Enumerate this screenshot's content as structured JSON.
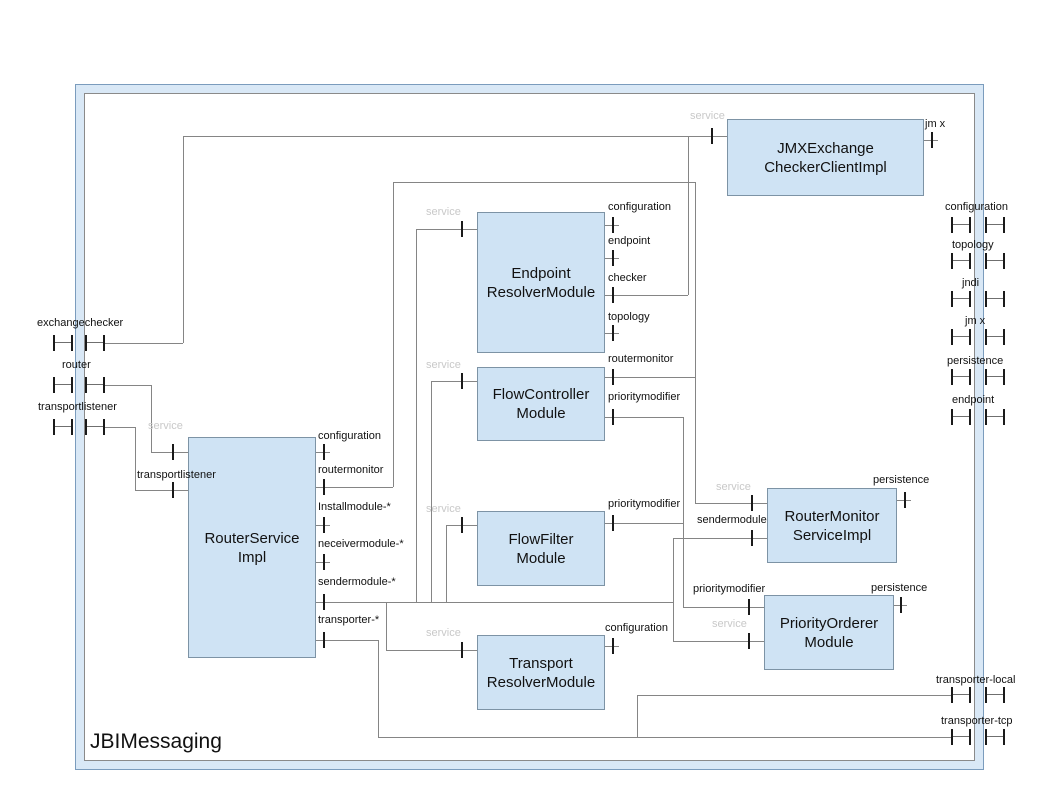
{
  "title": "JBIMessaging",
  "components": {
    "jmx_exchange_checker": {
      "line1": "JMXExchange",
      "line2": "CheckerClientImpl"
    },
    "endpoint_resolver": {
      "line1": "Endpoint",
      "line2": "ResolverModule"
    },
    "flow_controller": {
      "line1": "FlowController",
      "line2": "Module"
    },
    "router_service": {
      "line1": "RouterService",
      "line2": "Impl"
    },
    "flow_filter": {
      "line1": "FlowFilter",
      "line2": "Module"
    },
    "transport_resolver": {
      "line1": "Transport",
      "line2": "ResolverModule"
    },
    "router_monitor": {
      "line1": "RouterMonitor",
      "line2": "ServiceImpl"
    },
    "priority_orderer": {
      "line1": "PriorityOrderer",
      "line2": "Module"
    }
  },
  "port_labels": {
    "service": "service",
    "configuration": "configuration",
    "endpoint": "endpoint",
    "checker": "checker",
    "topology": "topology",
    "routermonitor": "routermonitor",
    "prioritymodifier": "prioritymodifier",
    "jndi": "jndi",
    "jmx": "jm x",
    "persistence": "persistence",
    "exchangechecker": "exchangechecker",
    "router": "router",
    "transportlistener": "transportlistener",
    "installmodule": "Installmodule-*",
    "neceivermodule": "neceivermodule-*",
    "sendermodule_star": "sendermodule-*",
    "sendermodule": "sendermodule",
    "transporter_star": "transporter-*",
    "transporter_local": "transporter-local",
    "transporter_tcp": "transporter-tcp"
  },
  "colors": {
    "component_fill": "#cfe3f4",
    "component_border": "#7d93a5",
    "frame_fill": "#d9e8f6",
    "frame_edge": "#7b9cbd",
    "connector_line": "#858585",
    "service_label": "#c9c9c9"
  }
}
